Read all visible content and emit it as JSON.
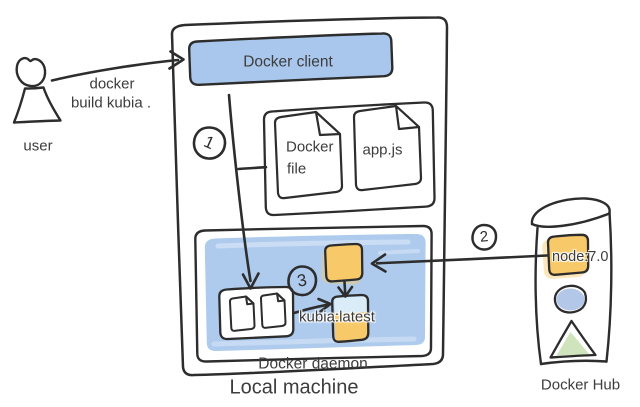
{
  "colors": {
    "ink": "#2d2d2d",
    "text": "#3d3d3d",
    "blue_fill": "#a9c7ec",
    "daemon_fill": "#aecbee",
    "light_blue": "#d9ecf8",
    "orange": "#f8c968",
    "green": "#cfe3bd",
    "ellipse_blue": "#b3c7e8"
  },
  "user": {
    "label": "user",
    "command_line1": "docker",
    "command_line2": "build kubia ."
  },
  "local_machine": {
    "label": "Local machine",
    "docker_client": {
      "label": "Docker client"
    },
    "build_context": {
      "dockerfile_line1": "Docker",
      "dockerfile_line2": "file",
      "appjs_label": "app.js"
    },
    "docker_daemon": {
      "label": "Docker daemon",
      "image_tag": "kubia:latest"
    }
  },
  "docker_hub": {
    "label": "Docker Hub",
    "image_name": "node:7.0"
  },
  "steps": {
    "one": "1",
    "two": "2",
    "three": "3"
  }
}
